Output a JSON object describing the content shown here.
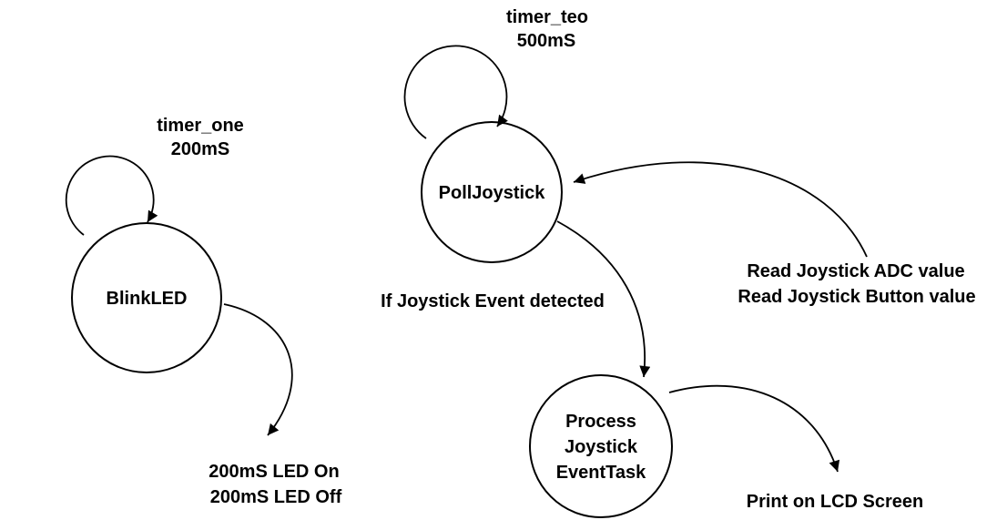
{
  "diagram": {
    "background": "#ffffff",
    "stroke_color": "#000000",
    "nodes": {
      "blinkled": {
        "label": "BlinkLED"
      },
      "polljoystick": {
        "label": "PollJoystick"
      },
      "process_joystick_event": {
        "line1": "Process",
        "line2": "Joystick",
        "line3": "EventTask"
      }
    },
    "labels": {
      "timer_one": {
        "line1": "timer_one",
        "line2": "200mS"
      },
      "timer_teo": {
        "line1": "timer_teo",
        "line2": "500mS"
      },
      "blink_output": {
        "line1": "200mS LED On",
        "line2": "200mS LED Off"
      },
      "joystick_read": {
        "line1": "Read  Joystick ADC value",
        "line2": "Read Joystick Button value"
      },
      "joystick_event_condition": "If Joystick Event detected",
      "lcd_output": "Print on LCD Screen"
    },
    "edges": [
      {
        "from": "timer_one",
        "to": "blinkled",
        "type": "self-loop"
      },
      {
        "from": "blinkled",
        "to": "blink_output",
        "type": "curve"
      },
      {
        "from": "timer_teo",
        "to": "polljoystick",
        "type": "self-loop"
      },
      {
        "from": "joystick_read",
        "to": "polljoystick",
        "type": "curve"
      },
      {
        "from": "polljoystick",
        "to": "process_joystick_event",
        "type": "curve"
      },
      {
        "from": "process_joystick_event",
        "to": "lcd_output",
        "type": "curve"
      }
    ]
  }
}
